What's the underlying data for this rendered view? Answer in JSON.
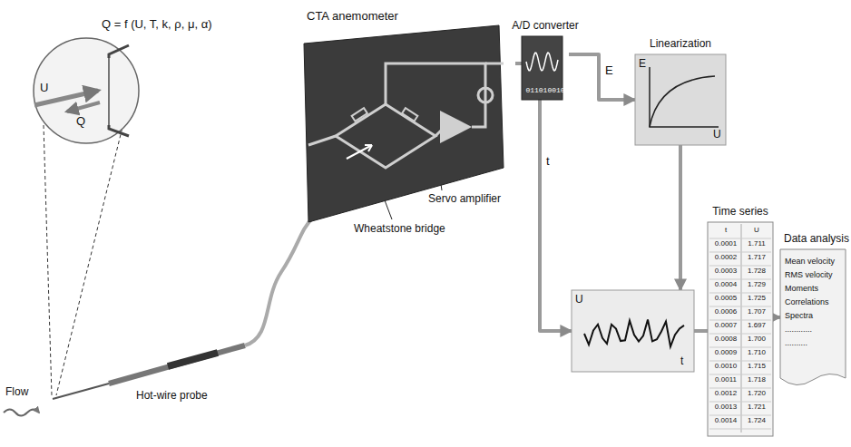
{
  "diagram": {
    "nodes": [
      {
        "text": [
          "CTA anemometer"
        ]
      },
      {
        "text": [
          "A/D converter",
          "011010010"
        ]
      },
      {
        "text": [
          "Linearization"
        ]
      },
      {
        "text": [
          "U"
        ]
      },
      {
        "text": [
          "Time series"
        ]
      },
      {
        "text": [
          "Data analysis",
          "Mean velocity",
          "RMS velocity",
          "Moments",
          "Correlations",
          "Spectra",
          "............",
          ".........."
        ]
      }
    ],
    "edges": [
      {
        "from": 0,
        "to": 1,
        "arrow": "none"
      },
      {
        "from": 1,
        "to": 2,
        "label": "E",
        "arrow": "to"
      },
      {
        "from": 1,
        "to": 3,
        "label": "t",
        "arrow": "to"
      },
      {
        "from": 2,
        "to": 3,
        "arrow": "to"
      },
      {
        "from": 3,
        "to": 4,
        "arrow": "none"
      },
      {
        "from": 4,
        "to": 5,
        "arrow": "to"
      }
    ],
    "labels": [
      "Q = f (U, T, k, ρ, μ, α)",
      "U",
      "Q",
      "Flow",
      "Hot-wire probe",
      "Wheatstone bridge",
      "Servo amplifier",
      "E",
      "U",
      "t",
      "t",
      "U",
      "0.0001",
      "1.711",
      "0.0002",
      "1.717",
      "0.0003",
      "1.728",
      "0.0004",
      "1.729",
      "0.0005",
      "1.725",
      "0.0006",
      "1.707",
      "0.0007",
      "1.697",
      "0.0008",
      "1.700",
      "0.0009",
      "1.710",
      "0.0010",
      "1.715",
      "0.0011",
      "1.718",
      "0.0012",
      "1.720",
      "0.0013",
      "1.721",
      "0.0014",
      "1.724"
    ]
  }
}
